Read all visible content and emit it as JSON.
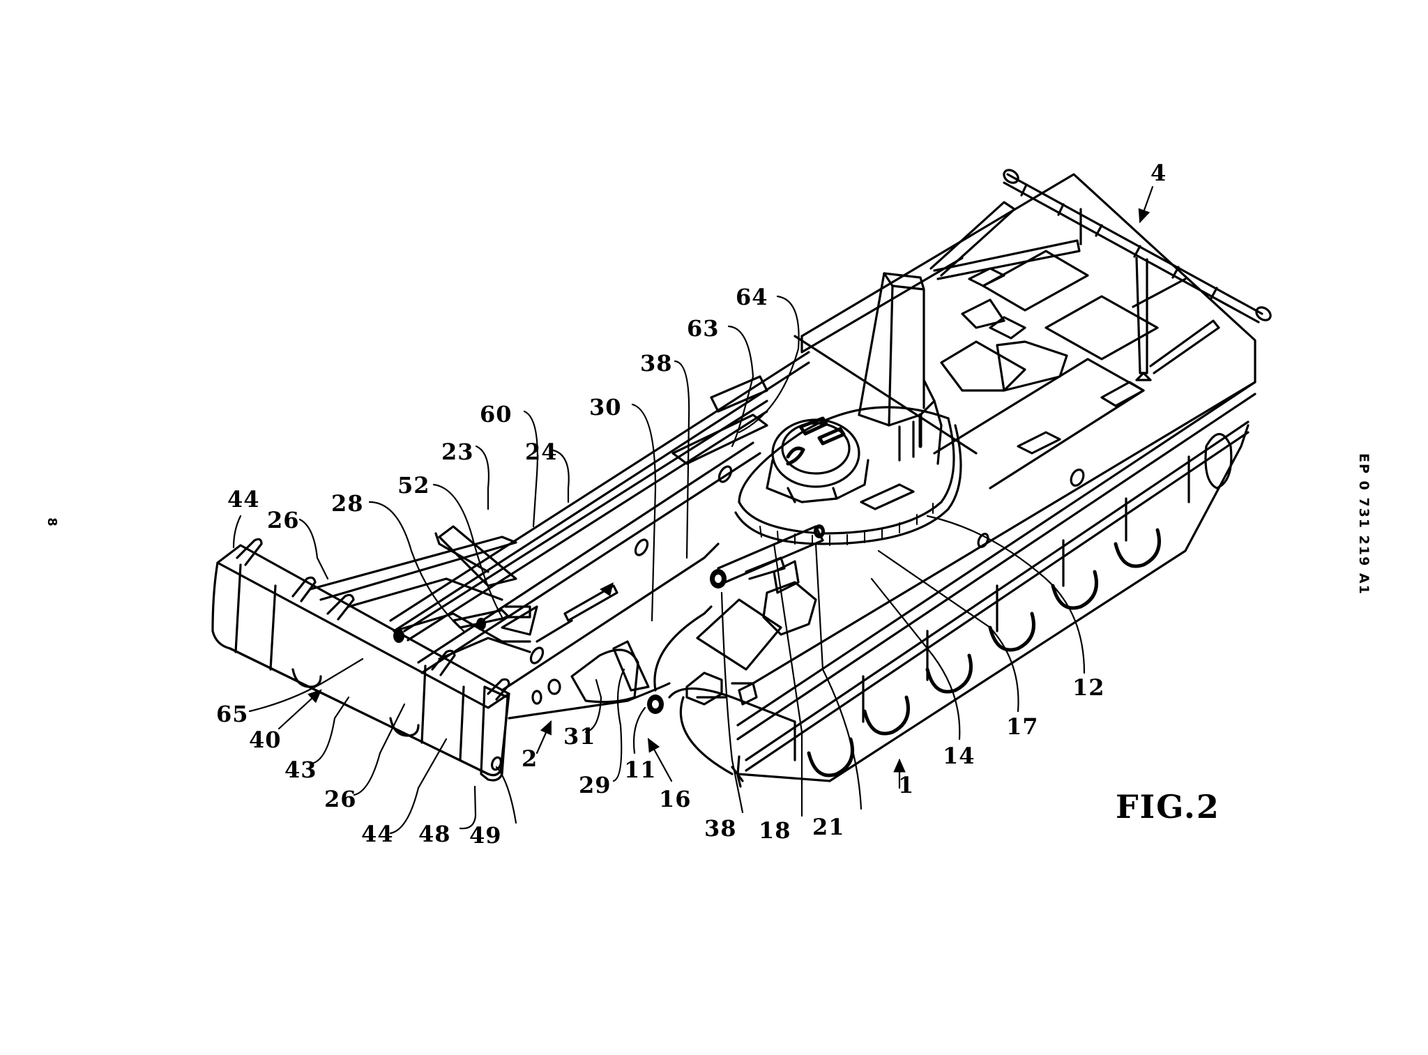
{
  "document": {
    "publication_number": "EP 0 731 219 A1",
    "page_number": "8",
    "figure_label": "FIG.2",
    "subject": "Isometric view of tracked armoured vehicle with front-mounted mine-clearing plough assembly"
  },
  "reference_numerals": [
    {
      "id": "ref-4",
      "label": "4"
    },
    {
      "id": "ref-64",
      "label": "64"
    },
    {
      "id": "ref-63",
      "label": "63"
    },
    {
      "id": "ref-38-top",
      "label": "38"
    },
    {
      "id": "ref-30",
      "label": "30"
    },
    {
      "id": "ref-60",
      "label": "60"
    },
    {
      "id": "ref-23",
      "label": "23"
    },
    {
      "id": "ref-24",
      "label": "24"
    },
    {
      "id": "ref-52",
      "label": "52"
    },
    {
      "id": "ref-28",
      "label": "28"
    },
    {
      "id": "ref-44-top",
      "label": "44"
    },
    {
      "id": "ref-26-top",
      "label": "26"
    },
    {
      "id": "ref-65",
      "label": "65"
    },
    {
      "id": "ref-40",
      "label": "40"
    },
    {
      "id": "ref-43",
      "label": "43"
    },
    {
      "id": "ref-26-bottom",
      "label": "26"
    },
    {
      "id": "ref-44-bottom",
      "label": "44"
    },
    {
      "id": "ref-48",
      "label": "48"
    },
    {
      "id": "ref-49",
      "label": "49"
    },
    {
      "id": "ref-2",
      "label": "2"
    },
    {
      "id": "ref-31",
      "label": "31"
    },
    {
      "id": "ref-29",
      "label": "29"
    },
    {
      "id": "ref-11",
      "label": "11"
    },
    {
      "id": "ref-16",
      "label": "16"
    },
    {
      "id": "ref-38-bottom",
      "label": "38"
    },
    {
      "id": "ref-18",
      "label": "18"
    },
    {
      "id": "ref-21",
      "label": "21"
    },
    {
      "id": "ref-1",
      "label": "1"
    },
    {
      "id": "ref-14",
      "label": "14"
    },
    {
      "id": "ref-17",
      "label": "17"
    },
    {
      "id": "ref-12",
      "label": "12"
    }
  ]
}
